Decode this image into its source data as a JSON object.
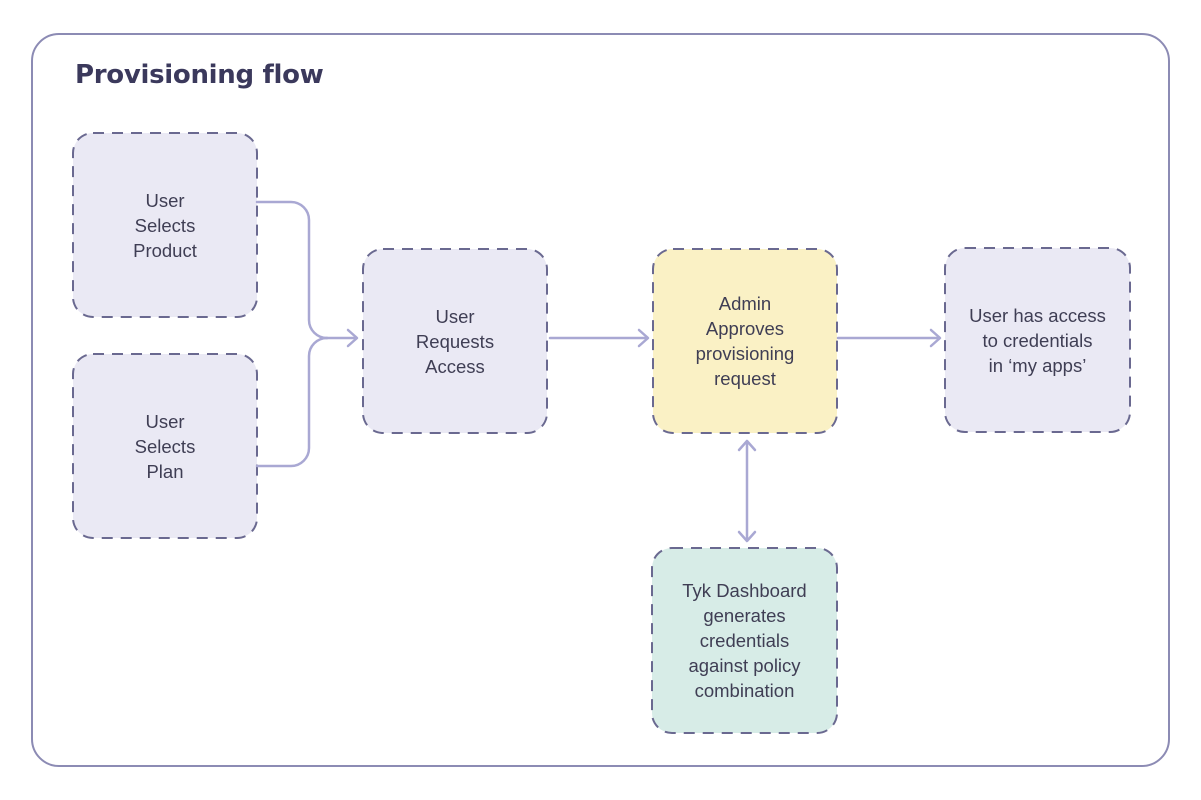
{
  "title": "Provisioning flow",
  "diagram": {
    "nodes": [
      {
        "id": "user-selects-product",
        "label": "User\nSelects\nProduct",
        "fill": "#eae9f4"
      },
      {
        "id": "user-selects-plan",
        "label": "User\nSelects\nPlan",
        "fill": "#eae9f4"
      },
      {
        "id": "user-requests-access",
        "label": "User\nRequests\nAccess",
        "fill": "#eae9f4"
      },
      {
        "id": "admin-approves-request",
        "label": "Admin\nApproves\nprovisioning\nrequest",
        "fill": "#faf1c5"
      },
      {
        "id": "user-has-access-credentials",
        "label": "User has access\nto credentials\nin ‘my apps’",
        "fill": "#eae9f4"
      },
      {
        "id": "tyk-dashboard-generates-credentials",
        "label": "Tyk Dashboard\ngenerates\ncredentials\nagainst policy\ncombination",
        "fill": "#d7ece7"
      }
    ],
    "edges": [
      {
        "from": "user-selects-product",
        "to": "user-requests-access",
        "style": "arrow"
      },
      {
        "from": "user-selects-plan",
        "to": "user-requests-access",
        "style": "arrow"
      },
      {
        "from": "user-requests-access",
        "to": "admin-approves-request",
        "style": "arrow"
      },
      {
        "from": "admin-approves-request",
        "to": "user-has-access-credentials",
        "style": "arrow"
      },
      {
        "from": "admin-approves-request",
        "to": "tyk-dashboard-generates-credentials",
        "style": "double-arrow"
      }
    ],
    "colors": {
      "canvas_border": "#8c8bb4",
      "node_border": "#6a6990",
      "connector": "#a9a8d3",
      "lavender_fill": "#eae9f4",
      "yellow_fill": "#faf1c5",
      "teal_fill": "#d7ece7",
      "title_text": "#3b395c",
      "node_text": "#3f3e54"
    }
  }
}
